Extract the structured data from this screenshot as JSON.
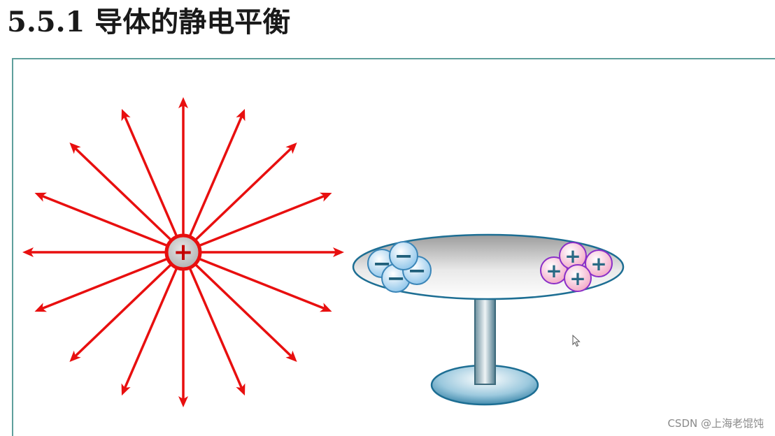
{
  "title": "5.5.1 导体的静电平衡",
  "watermark": "CSDN @上海老馄饨",
  "colors": {
    "field_line": "#e80f0f",
    "frame": "#5f9f9c",
    "negative_charge": "#1f5f7a",
    "positive_charge": "#2a6a85",
    "negative_fill": "#bfe0f7",
    "positive_fill": "#f7c7d8",
    "positive_ring": "#8a2fc8"
  },
  "point_charge": {
    "sign_symbol": "+",
    "field_line_count": 16
  },
  "conductor": {
    "negative_charges": [
      "−",
      "−",
      "−",
      "−"
    ],
    "positive_charges": [
      "+",
      "+",
      "+",
      "+"
    ]
  },
  "icons": {
    "pointer": "mouse-cursor-icon"
  }
}
